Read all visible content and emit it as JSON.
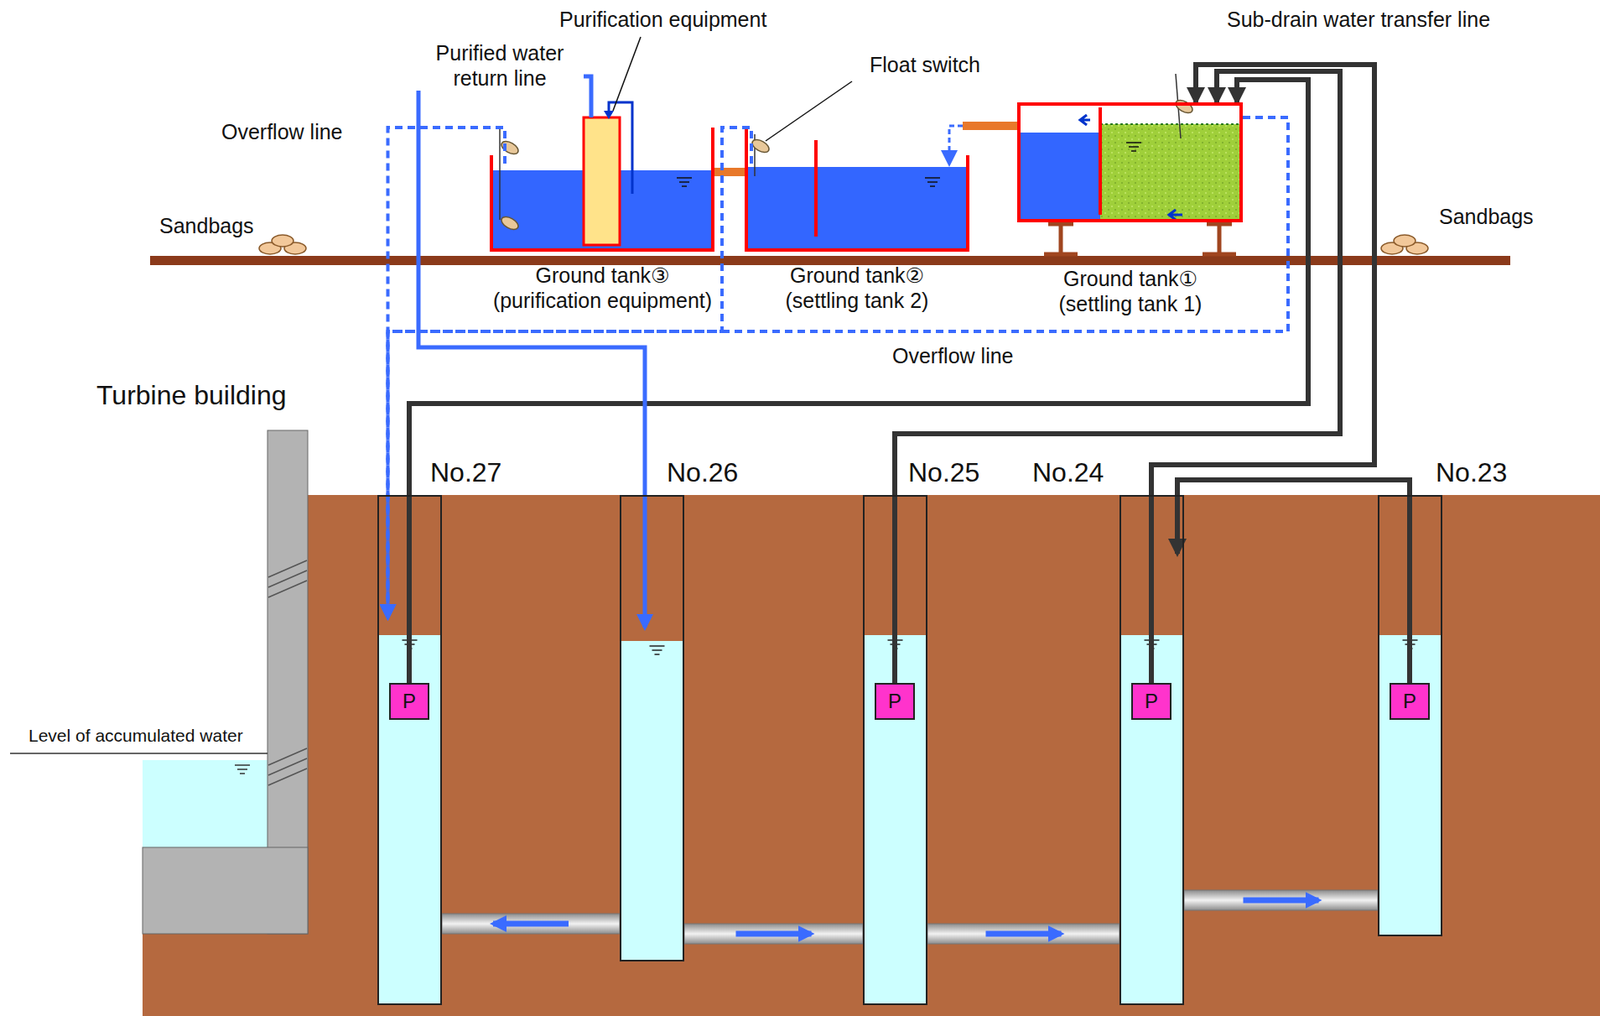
{
  "diagram": {
    "nodes": [
      {
        "text": [
          "Ground tank③ (purification equipment)"
        ]
      },
      {
        "text": [
          "Ground tank② (settling tank 2)"
        ]
      },
      {
        "text": [
          "Ground tank① (settling tank 1)"
        ]
      },
      {
        "text": [
          "No.27"
        ]
      },
      {
        "text": [
          "P"
        ],
        "in": 3
      },
      {
        "text": [
          "No.26"
        ]
      },
      {
        "text": [
          "No.25"
        ]
      },
      {
        "text": [
          "P"
        ],
        "in": 6
      },
      {
        "text": [
          "No.24"
        ]
      },
      {
        "text": [
          "P"
        ],
        "in": 8
      },
      {
        "text": [
          "No.23"
        ]
      },
      {
        "text": [
          "P"
        ],
        "in": 10
      }
    ],
    "edges": [
      {
        "from": 2,
        "to": 1,
        "arrow": "to"
      },
      {
        "from": 1,
        "to": 0,
        "arrow": "none"
      },
      {
        "from": 4,
        "to": 2,
        "arrow": "to"
      },
      {
        "from": 7,
        "to": 2,
        "arrow": "to"
      },
      {
        "from": 9,
        "to": 2,
        "arrow": "to"
      },
      {
        "from": 11,
        "to": 8,
        "arrow": "to"
      },
      {
        "from": 0,
        "to": 5,
        "arrow": "to"
      },
      {
        "from": 0,
        "to": 3,
        "arrow": "to"
      },
      {
        "from": 1,
        "to": 3,
        "arrow": "to"
      },
      {
        "from": 2,
        "to": 3,
        "arrow": "to"
      },
      {
        "from": 5,
        "to": 3,
        "arrow": "to"
      },
      {
        "from": 5,
        "to": 6,
        "arrow": "to"
      },
      {
        "from": 6,
        "to": 8,
        "arrow": "to"
      },
      {
        "from": 8,
        "to": 10,
        "arrow": "to"
      }
    ],
    "labels": [
      "Purification equipment",
      "Purified water return line",
      "Overflow line",
      "Float switch",
      "Sub-drain water transfer line",
      "Sandbags",
      "Sandbags",
      "Overflow line",
      "Turbine building",
      "Level of accumulated water"
    ]
  }
}
